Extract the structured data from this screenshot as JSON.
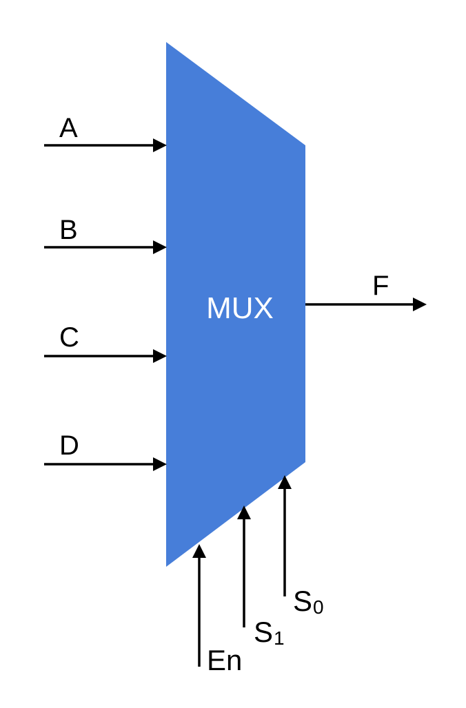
{
  "block": {
    "label": "MUX",
    "color": "#477ed9"
  },
  "inputs": [
    {
      "id": "a",
      "label": "A"
    },
    {
      "id": "b",
      "label": "B"
    },
    {
      "id": "c",
      "label": "C"
    },
    {
      "id": "d",
      "label": "D"
    }
  ],
  "output": {
    "id": "f",
    "label": "F"
  },
  "selects": [
    {
      "id": "s0",
      "letter": "S",
      "subscript": "0"
    },
    {
      "id": "s1",
      "letter": "S",
      "subscript": "1"
    }
  ],
  "enable": {
    "id": "en",
    "label": "En"
  }
}
